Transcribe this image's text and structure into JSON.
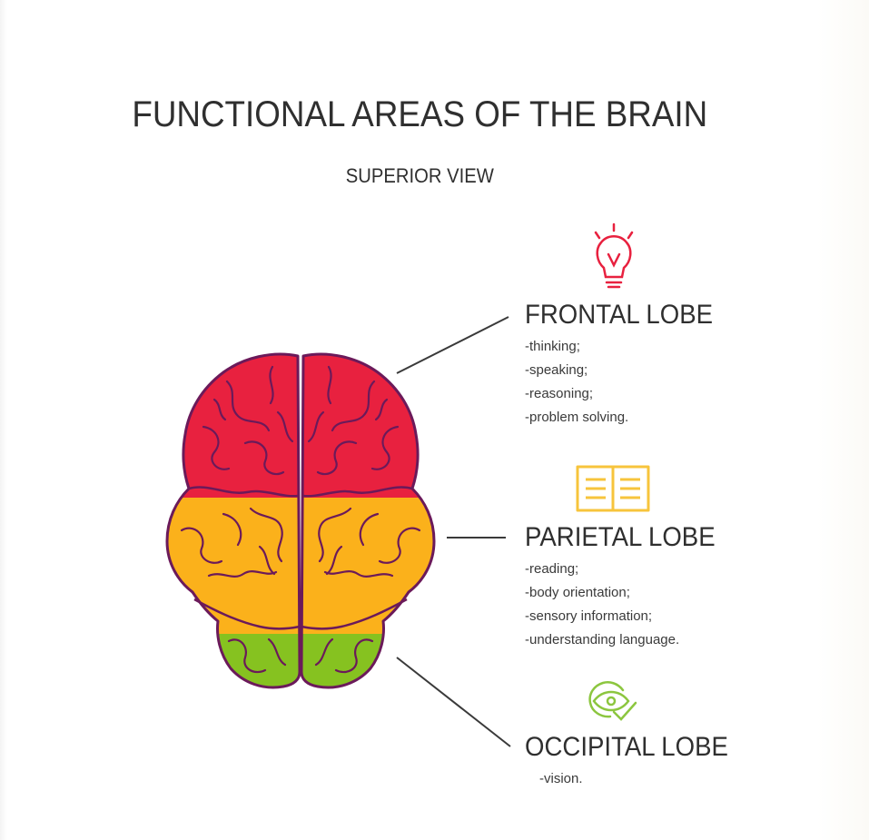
{
  "title": "FUNCTIONAL AREAS OF THE BRAIN",
  "subtitle": "SUPERIOR VIEW",
  "lobes": [
    {
      "name": "FRONTAL LOBE",
      "functions": [
        "-thinking;",
        "-speaking;",
        "-reasoning;",
        "-problem solving."
      ],
      "color": "#e8213f",
      "icon": "lightbulb-icon",
      "icon_color": "#e8213f"
    },
    {
      "name": "PARIETAL LOBE",
      "functions": [
        "-reading;",
        "-body orientation;",
        "-sensory information;",
        "-understanding language."
      ],
      "color": "#fbb11b",
      "icon": "open-book-icon",
      "icon_color": "#f7c43c"
    },
    {
      "name": "OCCIPITAL LOBE",
      "functions": [
        "-vision."
      ],
      "color": "#86c220",
      "icon": "eye-icon",
      "icon_color": "#8cc63f"
    }
  ],
  "outline_color": "#6b1a5a"
}
